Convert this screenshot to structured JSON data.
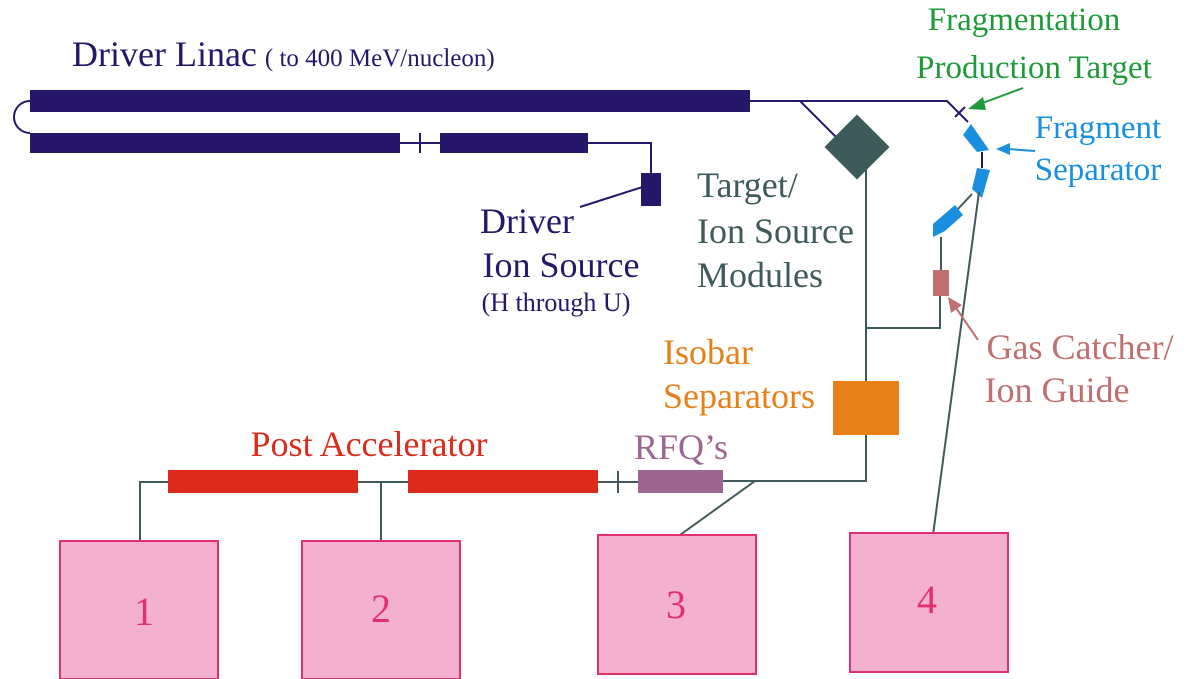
{
  "labels": {
    "driver_linac_main": "Driver Linac",
    "driver_linac_sub": "( to 400 MeV/nucleon)",
    "frag_target_1": "Fragmentation",
    "frag_target_2": "Production Target",
    "frag_sep_1": "Fragment",
    "frag_sep_2": "Separator",
    "driver_ion_1": "Driver",
    "driver_ion_2": "Ion Source",
    "driver_ion_3": "(H through U)",
    "target_mod_1": "Target/",
    "target_mod_2": "Ion Source",
    "target_mod_3": "Modules",
    "isobar_1": "Isobar",
    "isobar_2": "Separators",
    "gas_catcher_1": "Gas Catcher/",
    "gas_catcher_2": "Ion Guide",
    "post_acc": "Post Accelerator",
    "rfq": "RFQ’s"
  },
  "areas": [
    "1",
    "2",
    "3",
    "4"
  ],
  "colors": {
    "linac": "#26176b",
    "line": "#26176b",
    "target_module": "#3f5a5a",
    "fragment_target": "#1f9a3a",
    "separator": "#1a8fe0",
    "gas_catcher": "#c07070",
    "isobar": "#e8801a",
    "post_acc": "#dc2a1c",
    "rfq": "#9b6690",
    "area_fill": "#f4b0cf",
    "area_stroke": "#e0306e",
    "area_text": "#e0306e",
    "gray_line": "#3f5a5a"
  }
}
